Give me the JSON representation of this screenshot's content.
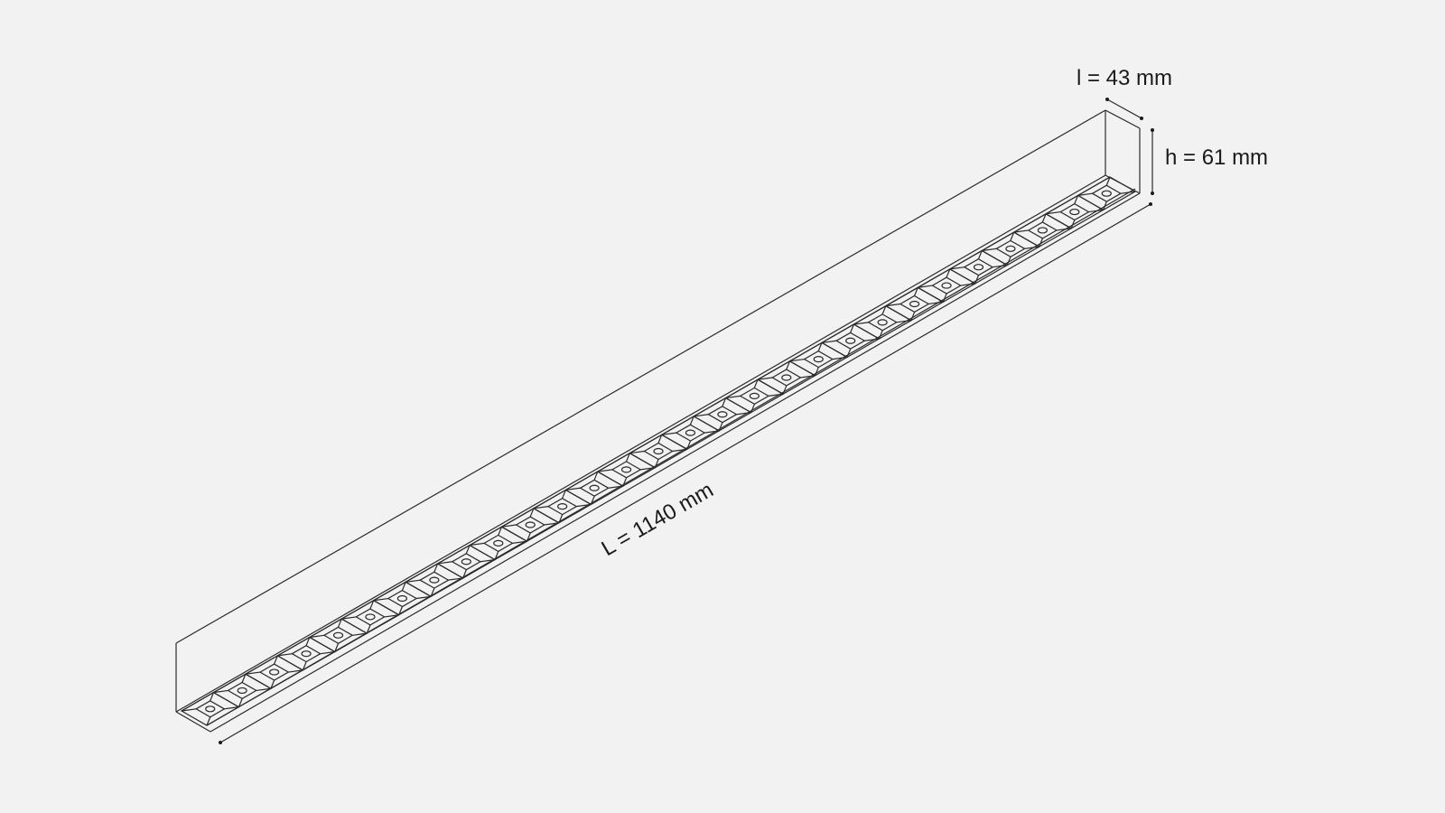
{
  "figure": {
    "type": "linear-luminaire-dimension-drawing",
    "cell_count": 29,
    "colors": {
      "background": "#f2f2f2",
      "line": "#2a2a2a",
      "text": "#1a1a1a"
    }
  },
  "dimensions": {
    "width_label": "l = 43 mm",
    "height_label": "h = 61 mm",
    "length_label": "L = 1140 mm"
  }
}
